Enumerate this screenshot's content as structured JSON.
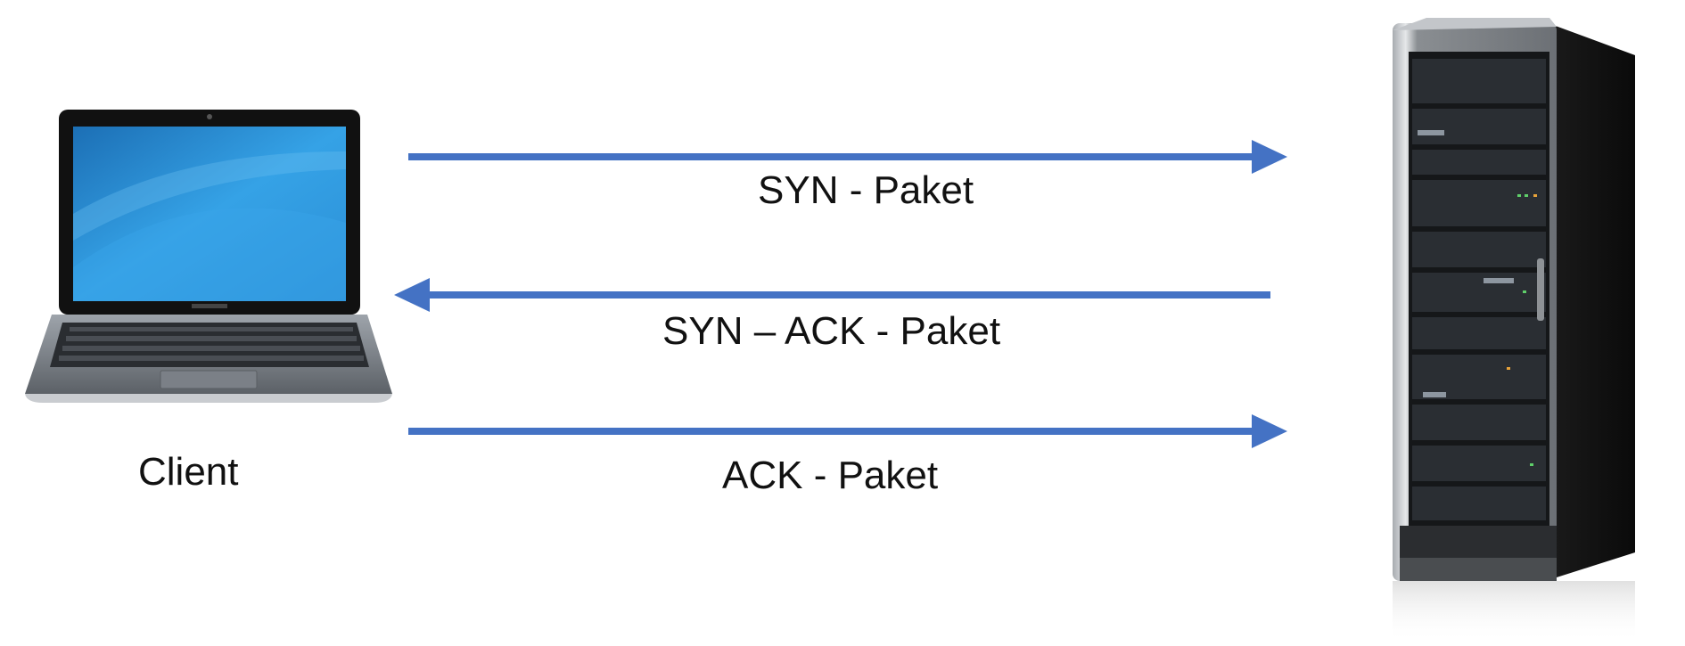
{
  "nodes": {
    "client_label": "Client"
  },
  "messages": [
    {
      "label": "SYN - Paket",
      "direction": "client-to-server"
    },
    {
      "label": "SYN – ACK - Paket",
      "direction": "server-to-client"
    },
    {
      "label": "ACK - Paket",
      "direction": "client-to-server"
    }
  ],
  "colors": {
    "arrow": "#4472c4",
    "text": "#111111"
  },
  "icons": {
    "client": "laptop-icon",
    "server": "server-rack-icon"
  }
}
